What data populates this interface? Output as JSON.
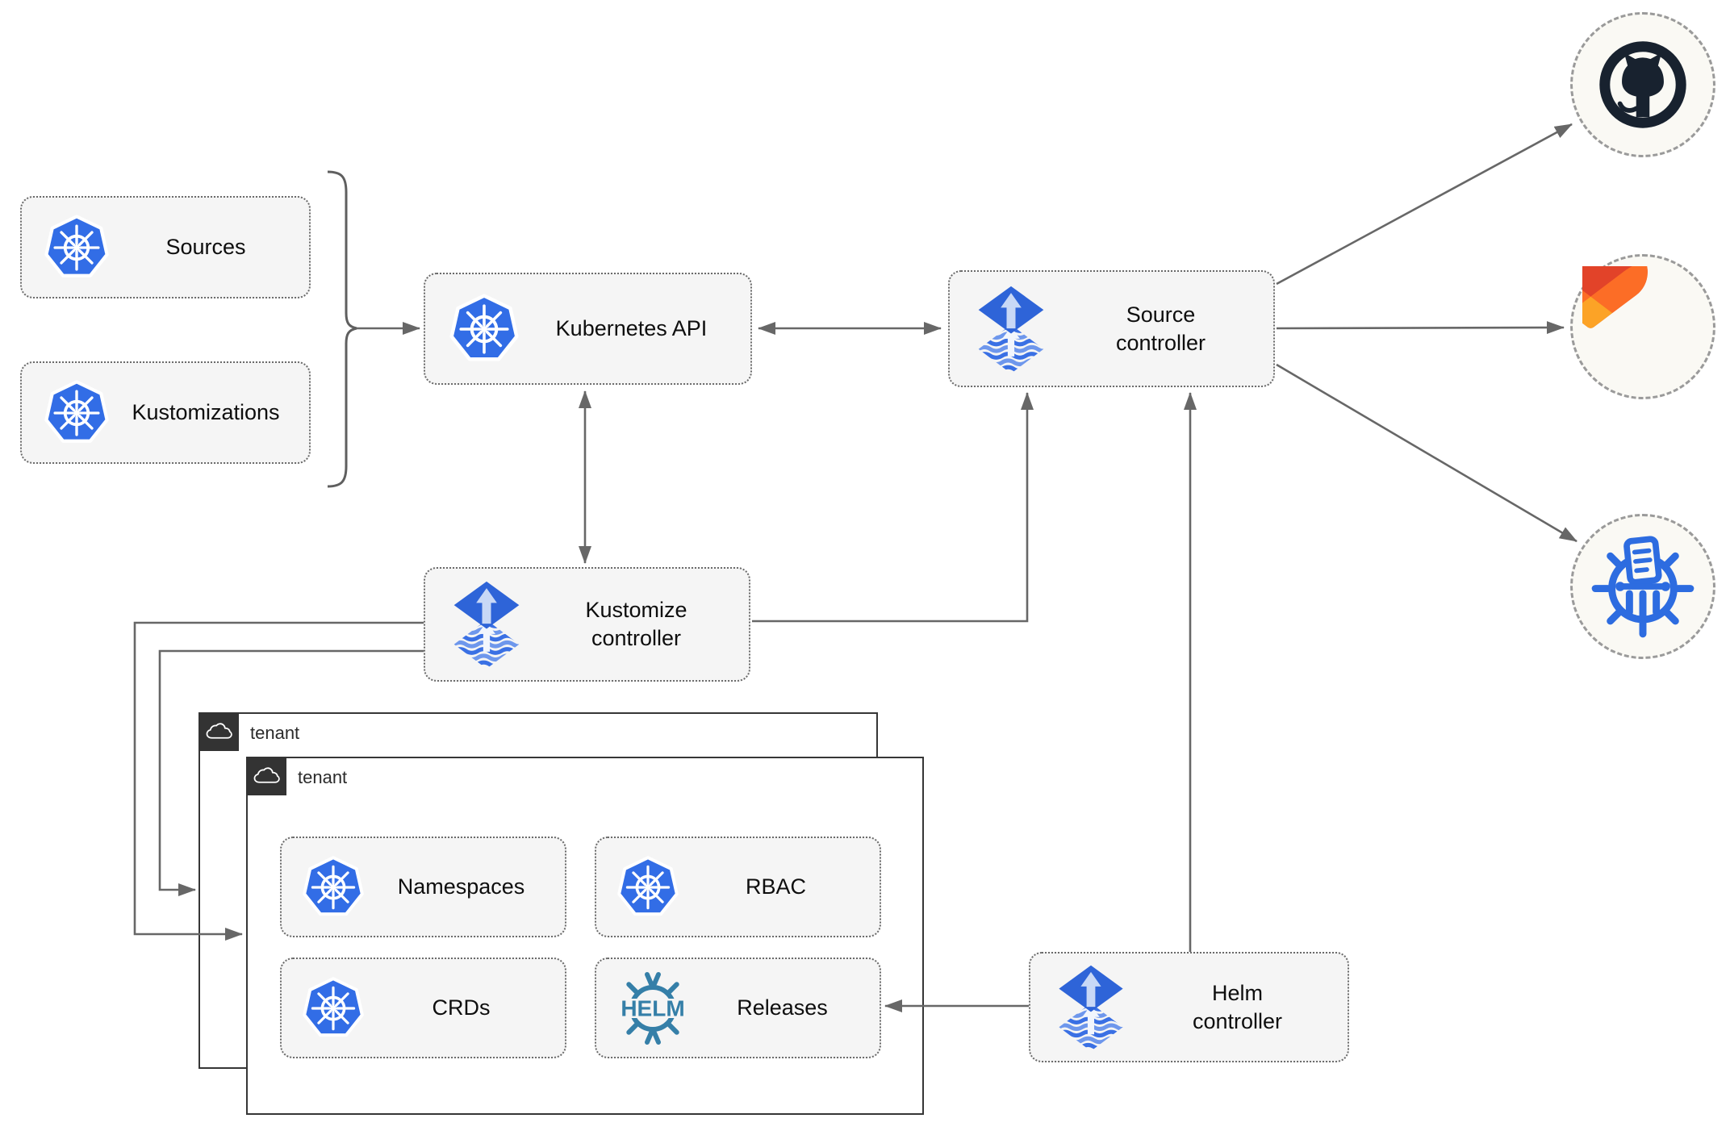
{
  "cluster_resources": [
    {
      "label": "Sources",
      "icon": "kubernetes-icon"
    },
    {
      "label": "Kustomizations",
      "icon": "kubernetes-icon"
    }
  ],
  "nodes": {
    "kubernetes_api": {
      "label": "Kubernetes API",
      "icon": "kubernetes-icon"
    },
    "source_controller": {
      "label": "Source controller",
      "icon": "flux-icon"
    },
    "kustomize_controller": {
      "label": "Kustomize controller",
      "icon": "flux-icon"
    },
    "helm_controller": {
      "label": "Helm controller",
      "icon": "flux-icon"
    }
  },
  "tenants": [
    {
      "label": "tenant",
      "icon": "cloud-icon"
    },
    {
      "label": "tenant",
      "icon": "cloud-icon"
    }
  ],
  "tenant_resources": [
    {
      "label": "Namespaces",
      "icon": "kubernetes-icon"
    },
    {
      "label": "RBAC",
      "icon": "kubernetes-icon"
    },
    {
      "label": "CRDs",
      "icon": "kubernetes-icon"
    },
    {
      "label": "Releases",
      "icon": "helm-icon"
    }
  ],
  "helm_logo_text": "HELM",
  "external_sources": [
    {
      "icon_label": "GitHub",
      "icon": "github-icon"
    },
    {
      "icon_label": "GitLab",
      "icon": "gitlab-icon"
    },
    {
      "icon_label": "Helm chart repository",
      "icon": "chart-repository-icon"
    }
  ],
  "colors": {
    "kubernetes_blue": "#326de6",
    "flux_blue": "#2e64d8",
    "flux_light_blue": "#c8d8f6",
    "helm_teal": "#357fa8",
    "github_dark": "#18222f",
    "gitlab_red": "#e24329",
    "gitlab_orange": "#fc6d26",
    "gitlab_yellow": "#fca326",
    "chart_repo_blue": "#2d6ce0",
    "connector_gray": "#676767",
    "node_fill": "#f5f5f5",
    "tenant_border": "#363636"
  }
}
